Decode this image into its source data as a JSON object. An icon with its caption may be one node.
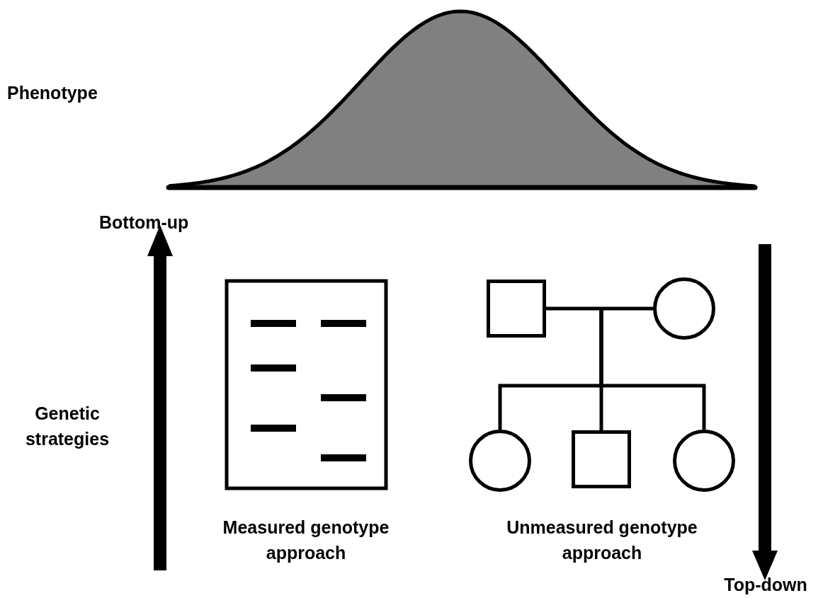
{
  "diagram": {
    "nodes": [
      {
        "text": [],
        "shape": "box"
      },
      {
        "text": [],
        "shape": "circle"
      },
      {
        "text": [],
        "shape": "circle"
      },
      {
        "text": [],
        "shape": "box"
      },
      {
        "text": [],
        "shape": "circle"
      }
    ],
    "edges": [
      {
        "from": 0,
        "to": 1,
        "arrow": "none"
      },
      {
        "from": null,
        "to": 2,
        "arrow": "none"
      },
      {
        "from": null,
        "to": 3,
        "arrow": "none"
      },
      {
        "from": null,
        "to": 4,
        "arrow": "none"
      }
    ],
    "labels": [
      "Phenotype",
      "Bottom-up",
      "Genetic strategies",
      "Measured genotype approach",
      "Unmeasured genotype approach",
      "Top-down"
    ]
  }
}
